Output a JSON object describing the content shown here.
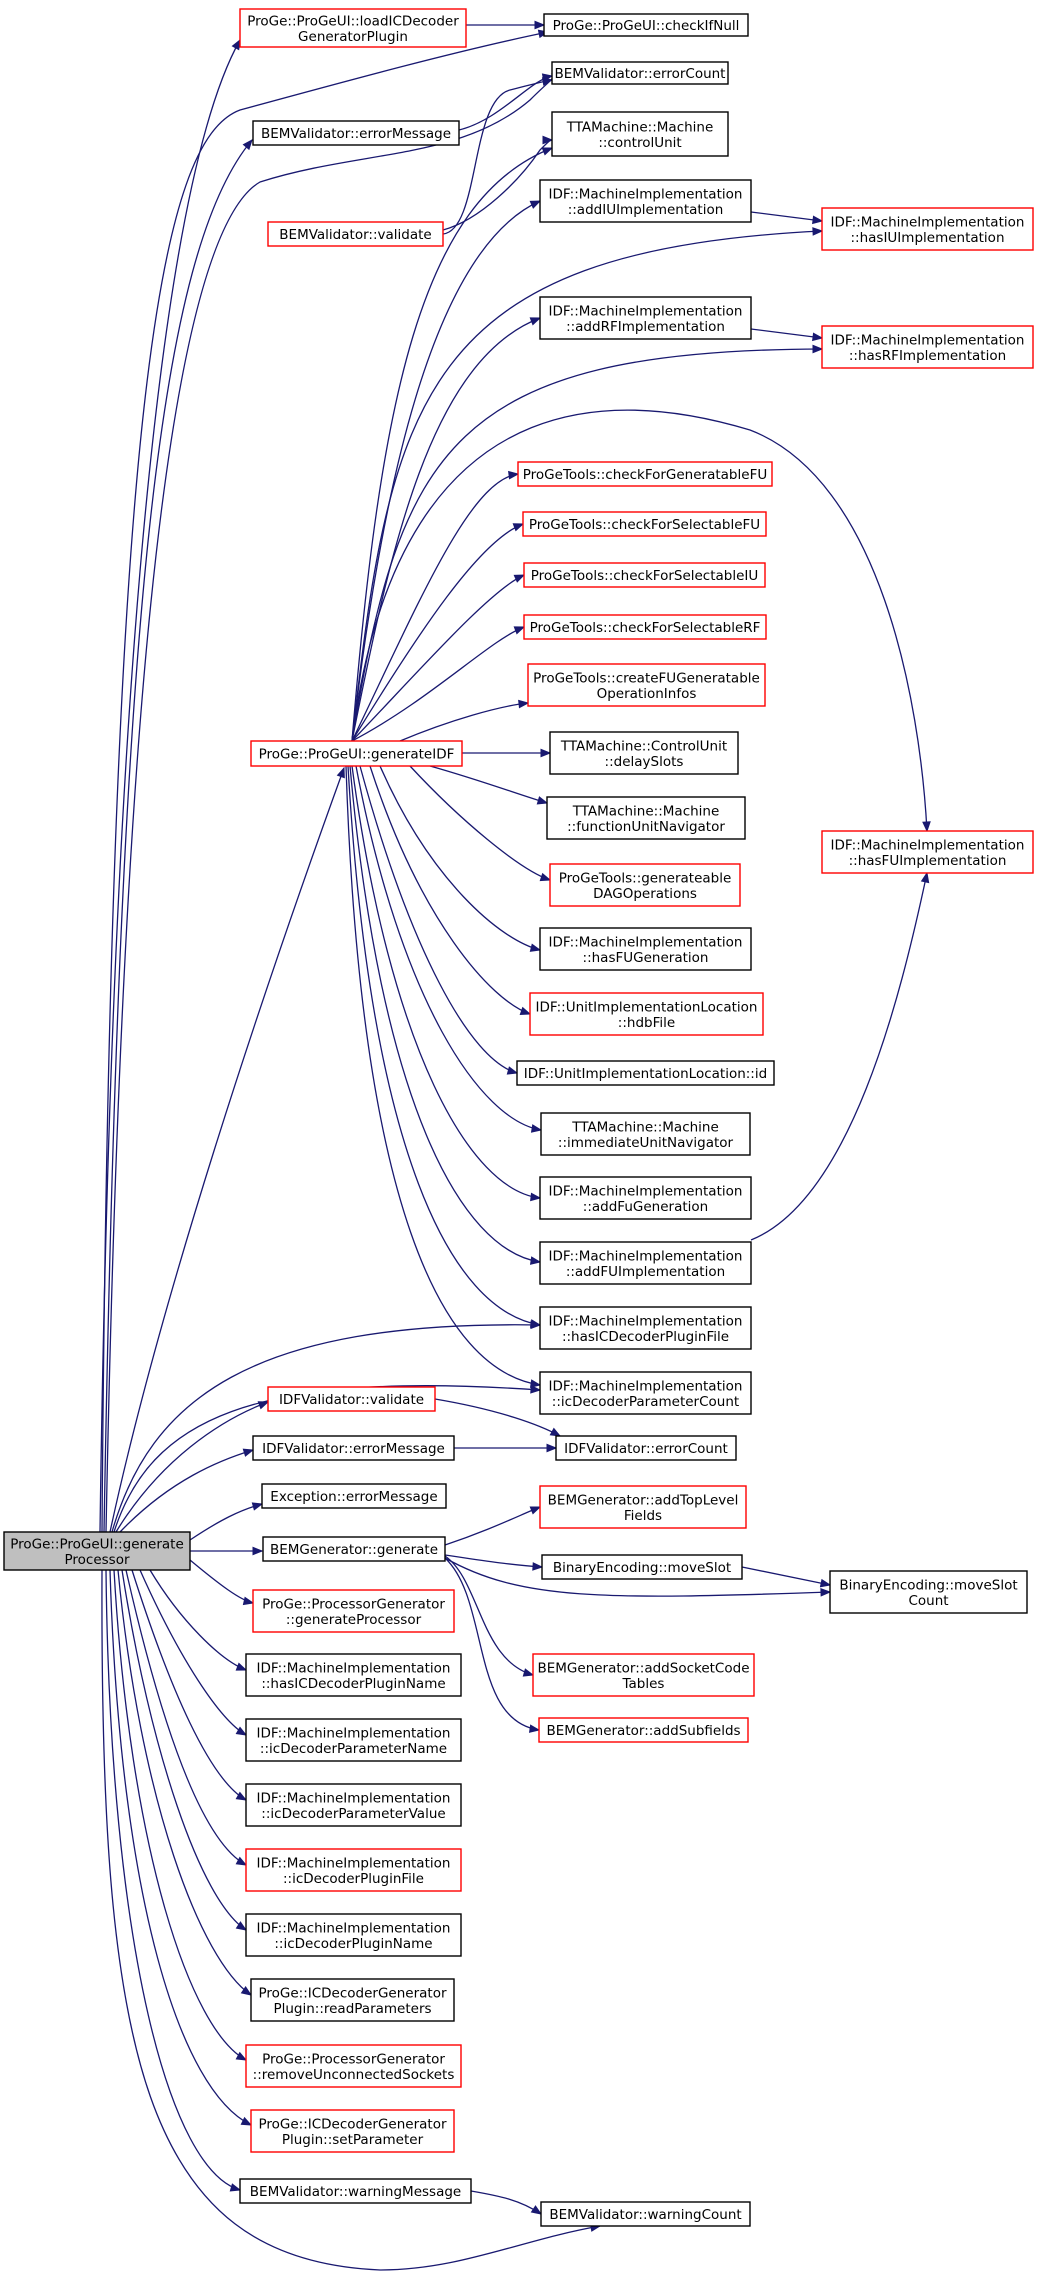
{
  "graph": {
    "colors": {
      "edge": "#191970",
      "normal_border": "#000000",
      "truncated_border": "#ff0000",
      "root_fill": "#bfbfbf"
    },
    "nodes": [
      {
        "id": "root",
        "lines": [
          "ProGe::ProGeUI::generate",
          "Processor"
        ],
        "style": "root"
      },
      {
        "id": "loadIC",
        "lines": [
          "ProGe::ProGeUI::loadICDecoder",
          "GeneratorPlugin"
        ],
        "style": "red"
      },
      {
        "id": "checkIfNull",
        "lines": [
          "ProGe::ProGeUI::checkIfNull"
        ],
        "style": "normal"
      },
      {
        "id": "bemErrCount",
        "lines": [
          "BEMValidator::errorCount"
        ],
        "style": "normal"
      },
      {
        "id": "bemErrMsg",
        "lines": [
          "BEMValidator::errorMessage"
        ],
        "style": "normal"
      },
      {
        "id": "controlUnit",
        "lines": [
          "TTAMachine::Machine",
          "::controlUnit"
        ],
        "style": "normal"
      },
      {
        "id": "bemValidate",
        "lines": [
          "BEMValidator::validate"
        ],
        "style": "red"
      },
      {
        "id": "addIU",
        "lines": [
          "IDF::MachineImplementation",
          "::addIUImplementation"
        ],
        "style": "normal"
      },
      {
        "id": "hasIU",
        "lines": [
          "IDF::MachineImplementation",
          "::hasIUImplementation"
        ],
        "style": "red"
      },
      {
        "id": "addRF",
        "lines": [
          "IDF::MachineImplementation",
          "::addRFImplementation"
        ],
        "style": "normal"
      },
      {
        "id": "hasRF",
        "lines": [
          "IDF::MachineImplementation",
          "::hasRFImplementation"
        ],
        "style": "red"
      },
      {
        "id": "chkGenFU",
        "lines": [
          "ProGeTools::checkForGeneratableFU"
        ],
        "style": "red"
      },
      {
        "id": "chkSelFU",
        "lines": [
          "ProGeTools::checkForSelectableFU"
        ],
        "style": "red"
      },
      {
        "id": "chkSelIU",
        "lines": [
          "ProGeTools::checkForSelectableIU"
        ],
        "style": "red"
      },
      {
        "id": "chkSelRF",
        "lines": [
          "ProGeTools::checkForSelectableRF"
        ],
        "style": "red"
      },
      {
        "id": "createFU",
        "lines": [
          "ProGeTools::createFUGeneratable",
          "OperationInfos"
        ],
        "style": "red"
      },
      {
        "id": "genIDF",
        "lines": [
          "ProGe::ProGeUI::generateIDF"
        ],
        "style": "red"
      },
      {
        "id": "delaySlots",
        "lines": [
          "TTAMachine::ControlUnit",
          "::delaySlots"
        ],
        "style": "normal"
      },
      {
        "id": "funcNav",
        "lines": [
          "TTAMachine::Machine",
          "::functionUnitNavigator"
        ],
        "style": "normal"
      },
      {
        "id": "hasFUImpl",
        "lines": [
          "IDF::MachineImplementation",
          "::hasFUImplementation"
        ],
        "style": "red"
      },
      {
        "id": "genDAG",
        "lines": [
          "ProGeTools::generateable",
          "DAGOperations"
        ],
        "style": "red"
      },
      {
        "id": "hasFUGen",
        "lines": [
          "IDF::MachineImplementation",
          "::hasFUGeneration"
        ],
        "style": "normal"
      },
      {
        "id": "hdbFile",
        "lines": [
          "IDF::UnitImplementationLocation",
          "::hdbFile"
        ],
        "style": "red"
      },
      {
        "id": "uilId",
        "lines": [
          "IDF::UnitImplementationLocation::id"
        ],
        "style": "normal"
      },
      {
        "id": "immNav",
        "lines": [
          "TTAMachine::Machine",
          "::immediateUnitNavigator"
        ],
        "style": "normal"
      },
      {
        "id": "addFuGen",
        "lines": [
          "IDF::MachineImplementation",
          "::addFuGeneration"
        ],
        "style": "normal"
      },
      {
        "id": "addFUImpl",
        "lines": [
          "IDF::MachineImplementation",
          "::addFUImplementation"
        ],
        "style": "normal"
      },
      {
        "id": "hasICDecFile",
        "lines": [
          "IDF::MachineImplementation",
          "::hasICDecoderPluginFile"
        ],
        "style": "normal"
      },
      {
        "id": "icDecParamCount",
        "lines": [
          "IDF::MachineImplementation",
          "::icDecoderParameterCount"
        ],
        "style": "normal"
      },
      {
        "id": "idfValidate",
        "lines": [
          "IDFValidator::validate"
        ],
        "style": "red"
      },
      {
        "id": "idfErrMsg",
        "lines": [
          "IDFValidator::errorMessage"
        ],
        "style": "normal"
      },
      {
        "id": "idfErrCount",
        "lines": [
          "IDFValidator::errorCount"
        ],
        "style": "normal"
      },
      {
        "id": "excErrMsg",
        "lines": [
          "Exception::errorMessage"
        ],
        "style": "normal"
      },
      {
        "id": "addTopLevel",
        "lines": [
          "BEMGenerator::addTopLevel",
          "Fields"
        ],
        "style": "red"
      },
      {
        "id": "bemGenerate",
        "lines": [
          "BEMGenerator::generate"
        ],
        "style": "normal"
      },
      {
        "id": "moveSlot",
        "lines": [
          "BinaryEncoding::moveSlot"
        ],
        "style": "normal"
      },
      {
        "id": "moveSlotCount",
        "lines": [
          "BinaryEncoding::moveSlot",
          "Count"
        ],
        "style": "normal"
      },
      {
        "id": "procGen",
        "lines": [
          "ProGe::ProcessorGenerator",
          "::generateProcessor"
        ],
        "style": "red"
      },
      {
        "id": "addSocket",
        "lines": [
          "BEMGenerator::addSocketCode",
          "Tables"
        ],
        "style": "red"
      },
      {
        "id": "addSubfields",
        "lines": [
          "BEMGenerator::addSubfields"
        ],
        "style": "red"
      },
      {
        "id": "hasICDecName",
        "lines": [
          "IDF::MachineImplementation",
          "::hasICDecoderPluginName"
        ],
        "style": "normal"
      },
      {
        "id": "icDecParamName",
        "lines": [
          "IDF::MachineImplementation",
          "::icDecoderParameterName"
        ],
        "style": "normal"
      },
      {
        "id": "icDecParamValue",
        "lines": [
          "IDF::MachineImplementation",
          "::icDecoderParameterValue"
        ],
        "style": "normal"
      },
      {
        "id": "icDecPluginFile",
        "lines": [
          "IDF::MachineImplementation",
          "::icDecoderPluginFile"
        ],
        "style": "red"
      },
      {
        "id": "icDecPluginName",
        "lines": [
          "IDF::MachineImplementation",
          "::icDecoderPluginName"
        ],
        "style": "normal"
      },
      {
        "id": "readParams",
        "lines": [
          "ProGe::ICDecoderGenerator",
          "Plugin::readParameters"
        ],
        "style": "normal"
      },
      {
        "id": "removeUnconn",
        "lines": [
          "ProGe::ProcessorGenerator",
          "::removeUnconnectedSockets"
        ],
        "style": "red"
      },
      {
        "id": "setParam",
        "lines": [
          "ProGe::ICDecoderGenerator",
          "Plugin::setParameter"
        ],
        "style": "red"
      },
      {
        "id": "bemWarnMsg",
        "lines": [
          "BEMValidator::warningMessage"
        ],
        "style": "normal"
      },
      {
        "id": "bemWarnCount",
        "lines": [
          "BEMValidator::warningCount"
        ],
        "style": "normal"
      }
    ]
  }
}
